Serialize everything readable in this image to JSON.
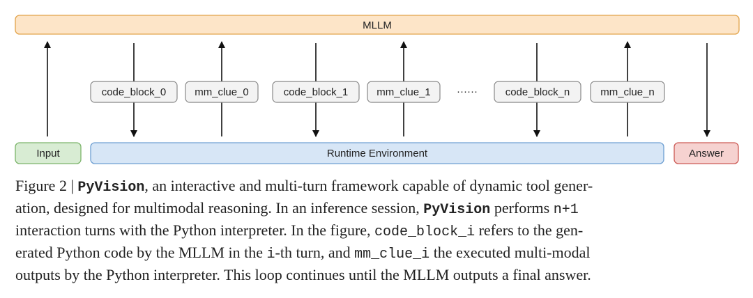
{
  "diagram": {
    "mllm_label": "MLLM",
    "input_label": "Input",
    "runtime_label": "Runtime Environment",
    "answer_label": "Answer",
    "ellipsis": "······",
    "turns": [
      {
        "code": "code_block_0",
        "clue": "mm_clue_0"
      },
      {
        "code": "code_block_1",
        "clue": "mm_clue_1"
      },
      {
        "code": "code_block_n",
        "clue": "mm_clue_n"
      }
    ],
    "colors": {
      "mllm_fill": "#fde5c8",
      "mllm_stroke": "#e2a34a",
      "input_fill": "#d8ecd3",
      "input_stroke": "#7bb46a",
      "runtime_fill": "#d7e6f6",
      "runtime_stroke": "#6e9fd2",
      "answer_fill": "#f6d2d0",
      "answer_stroke": "#cc5a55",
      "block_fill": "#f3f3f3",
      "block_stroke": "#888888"
    }
  },
  "caption": {
    "l1_a": "Figure 2 | ",
    "l1_b": "PyVision",
    "l1_c": ", an interactive and multi-turn framework capable of dynamic tool gener-",
    "l2_a": "ation, designed for multimodal reasoning. In an inference session, ",
    "l2_b": "PyVision",
    "l2_c": " performs ",
    "l2_d": "n+1",
    "l3_a": "interaction turns with the Python interpreter. In the figure, ",
    "l3_b": "code_block_i",
    "l3_c": " refers to the gen-",
    "l4_a": "erated Python code by the MLLM in the ",
    "l4_b": "i",
    "l4_c": "-th turn, and ",
    "l4_d": "mm_clue_i",
    "l4_e": " the executed multi-modal",
    "l5": "outputs by the Python interpreter. This loop continues until the MLLM outputs a final answer."
  }
}
